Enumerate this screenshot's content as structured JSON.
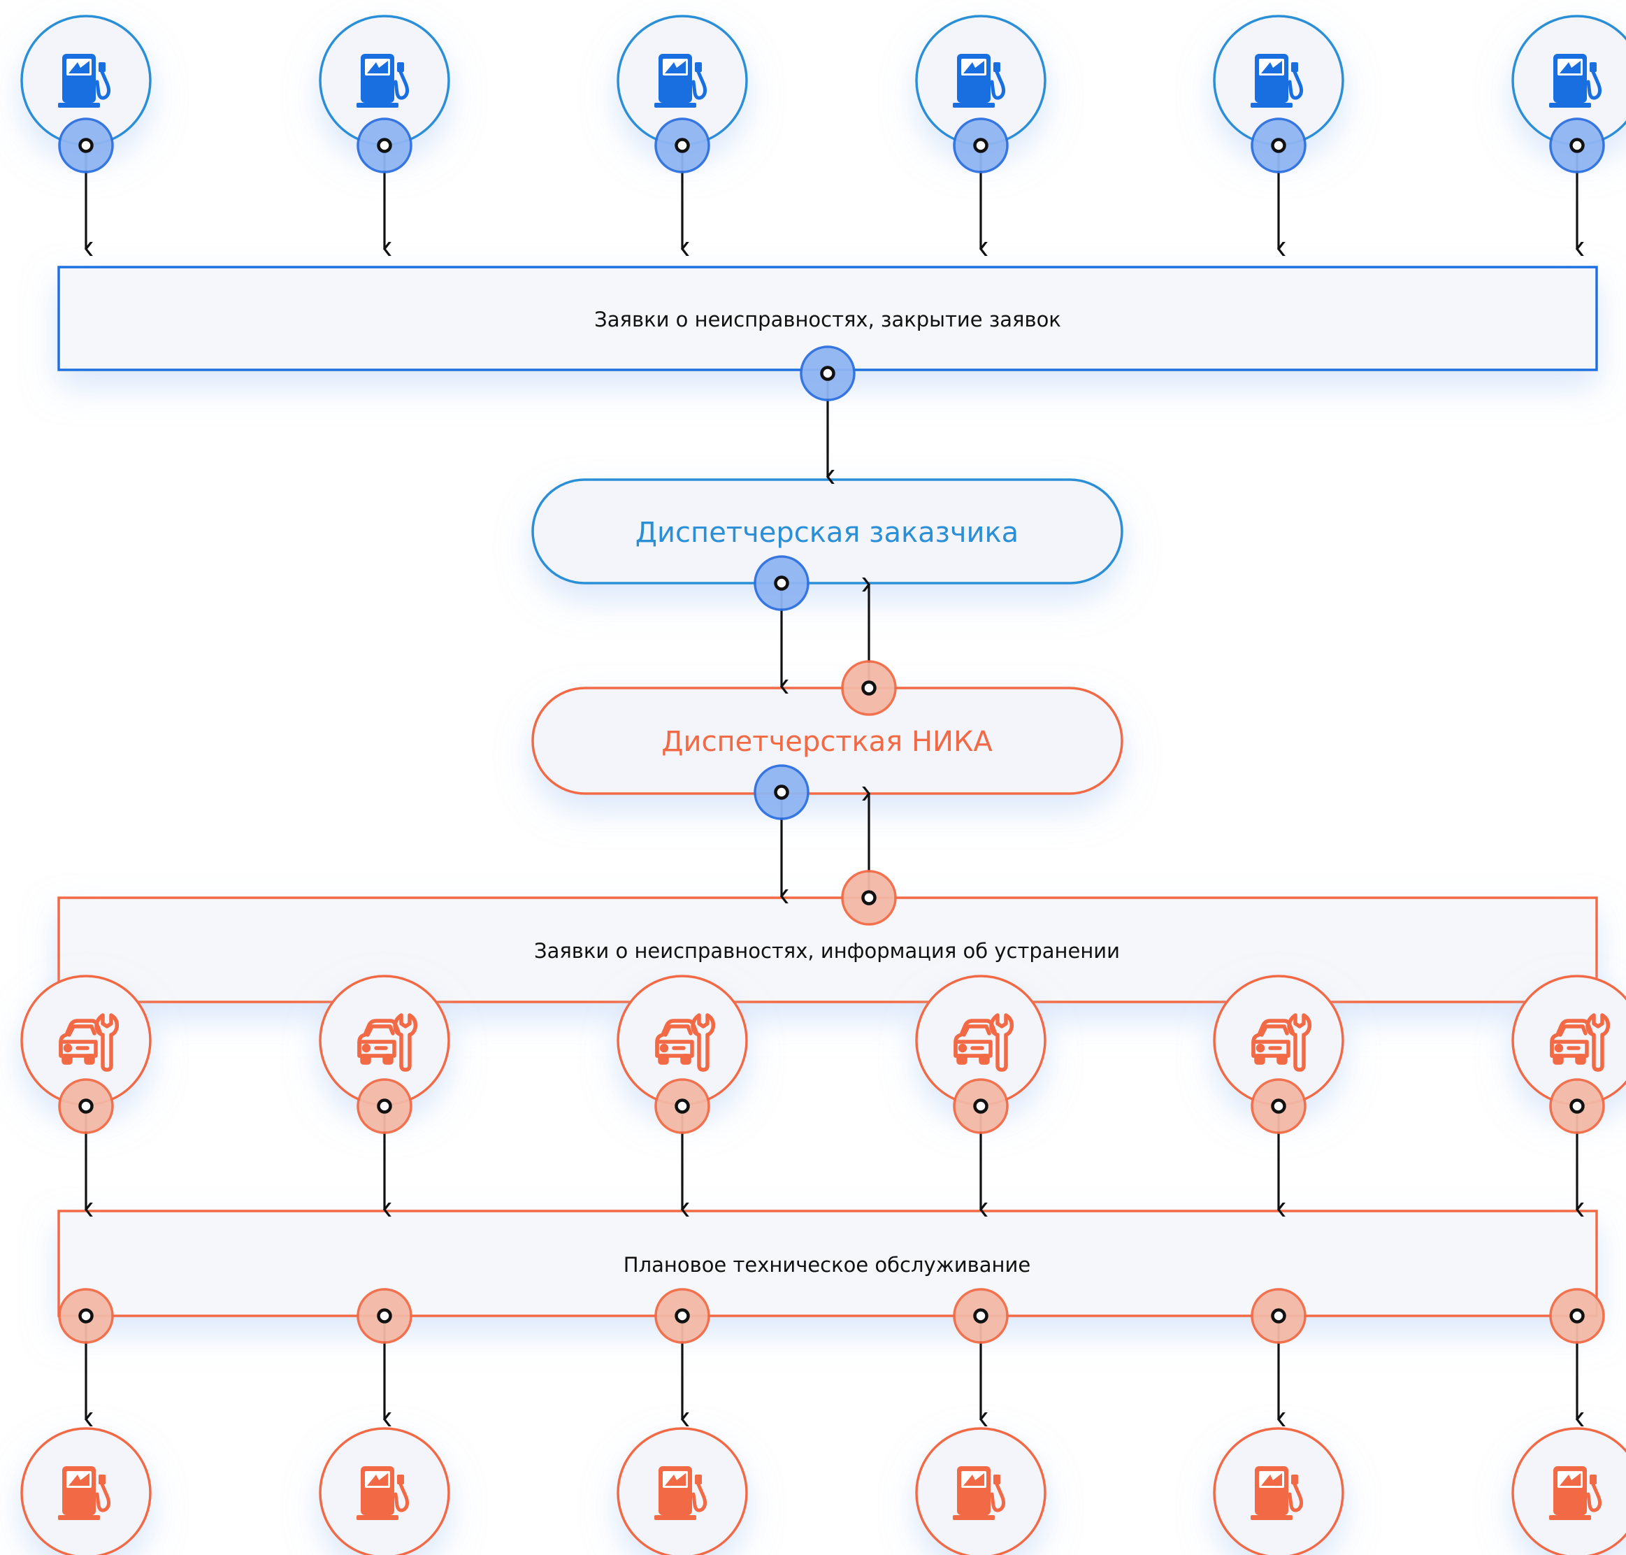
{
  "colors": {
    "blue": "#2b8fd6",
    "blue_icon": "#1a6fe0",
    "blue_dot_fill": "#8fb5f2",
    "blue_dot_stroke": "#2d70e0",
    "orange": "#f26a45",
    "orange_dot_fill": "#f3b9a6",
    "arrow": "#111111",
    "panel_fill": "#f6f7fa",
    "glow": "#cfe0fb"
  },
  "icons": {
    "top": "fuel-pump-icon",
    "middle": "car-service-icon",
    "bottom": "fuel-pump-icon"
  },
  "boxes": {
    "requests_box": {
      "label": "Заявки о неисправностях, закрытие заявок"
    },
    "customer_dispatch": {
      "label": "Диспетчерская заказчика"
    },
    "nika_dispatch": {
      "label": "Диспетчерсткая НИКА"
    },
    "info_box": {
      "label": "Заявки о неисправностях, информация об устранении"
    },
    "maintenance_box": {
      "label": "Плановое техническое обслуживание"
    }
  }
}
